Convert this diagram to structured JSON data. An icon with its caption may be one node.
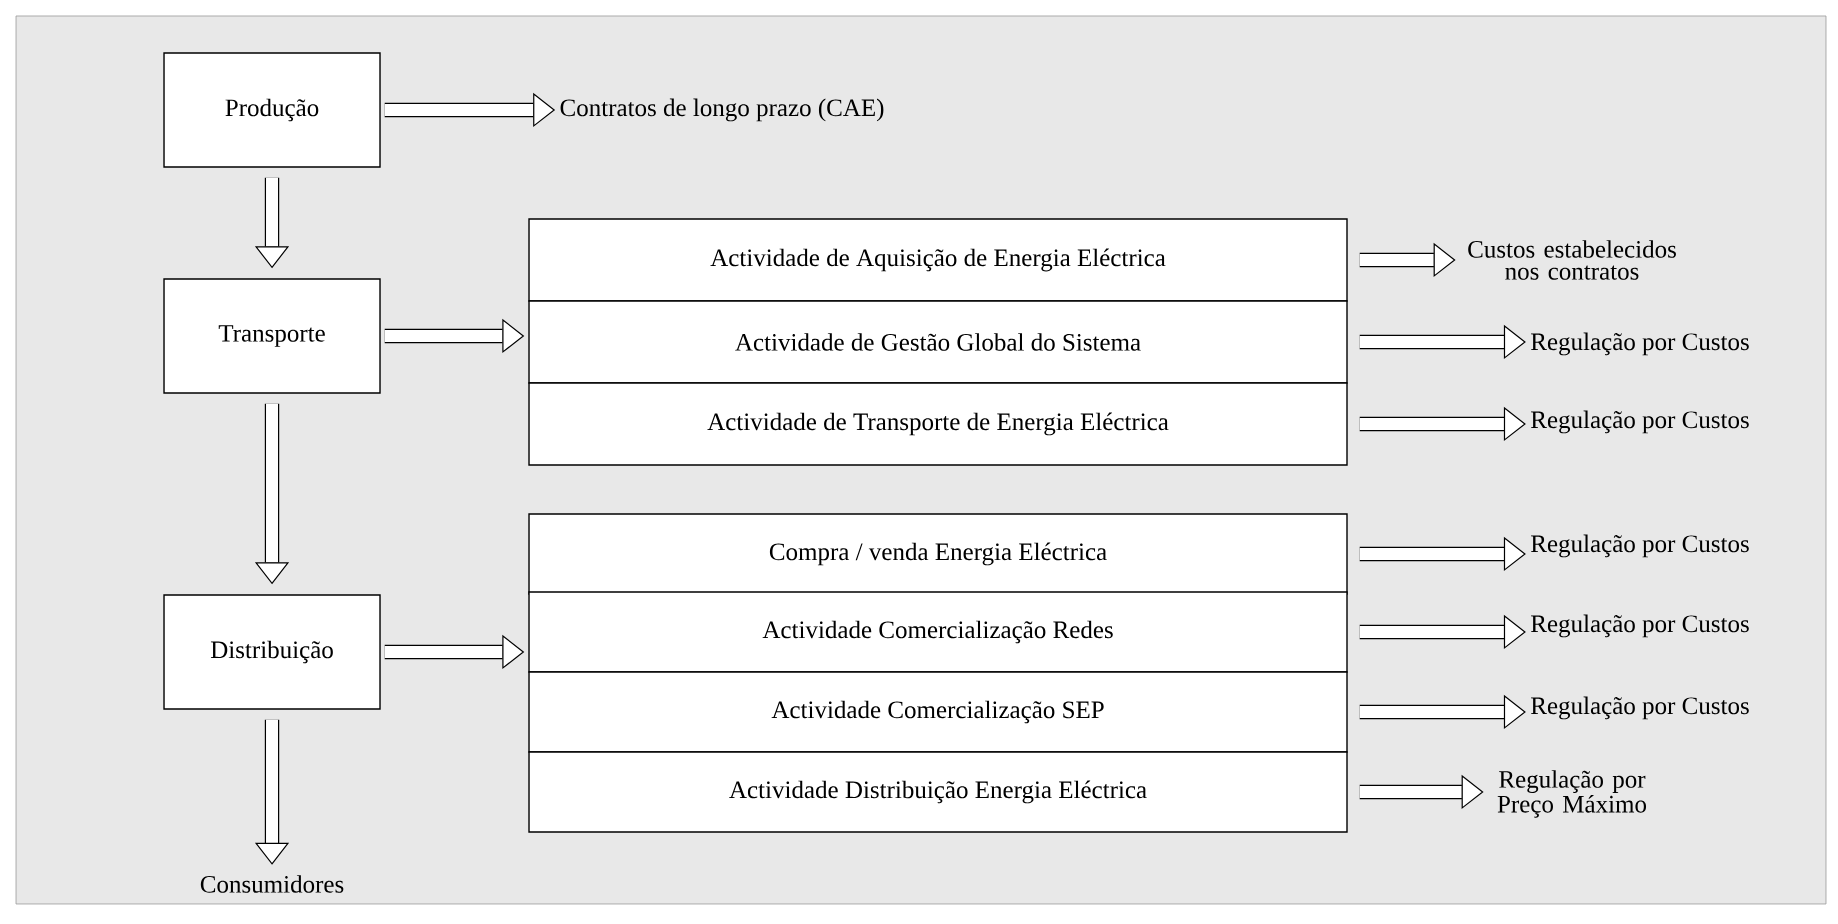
{
  "diagram": {
    "nodes": [
      {
        "text": [
          "Produção"
        ]
      },
      {
        "text": [
          "Contratos de longo prazo (CAE)"
        ]
      },
      {
        "text": [
          "Transporte"
        ]
      },
      {
        "text": [
          "Actividade de Aquisição de Energia Eléctrica"
        ]
      },
      {
        "text": [
          "Actividade de Gestão Global do Sistema"
        ]
      },
      {
        "text": [
          "Actividade de Transporte de Energia Eléctrica"
        ]
      },
      {
        "text": [
          "Custos estabelecidos nos contratos"
        ]
      },
      {
        "text": [
          "Regulação por Custos"
        ]
      },
      {
        "text": [
          "Regulação por Custos"
        ]
      },
      {
        "text": [
          "Distribuição"
        ]
      },
      {
        "text": [
          "Compra / venda Energia Eléctrica"
        ]
      },
      {
        "text": [
          "Actividade Comercialização Redes"
        ]
      },
      {
        "text": [
          "Actividade Comercialização SEP"
        ]
      },
      {
        "text": [
          "Actividade Distribuição Energia Eléctrica"
        ]
      },
      {
        "text": [
          "Regulação por Custos"
        ]
      },
      {
        "text": [
          "Regulação por Custos"
        ]
      },
      {
        "text": [
          "Regulação por Custos"
        ]
      },
      {
        "text": [
          "Regulação por Preço Máximo"
        ]
      },
      {
        "text": [
          "Consumidores"
        ]
      }
    ],
    "edges": [
      {
        "from": 0,
        "to": 1,
        "arrow": "to"
      },
      {
        "from": 0,
        "to": 2,
        "arrow": "to"
      },
      {
        "from": 2,
        "to": 4,
        "arrow": "to"
      },
      {
        "from": 3,
        "to": 6,
        "arrow": "to"
      },
      {
        "from": 4,
        "to": 7,
        "arrow": "to"
      },
      {
        "from": 5,
        "to": 8,
        "arrow": "to"
      },
      {
        "from": 2,
        "to": 9,
        "arrow": "to"
      },
      {
        "from": 9,
        "to": 11,
        "arrow": "to"
      },
      {
        "from": 10,
        "to": 14,
        "arrow": "to"
      },
      {
        "from": 11,
        "to": 15,
        "arrow": "to"
      },
      {
        "from": 12,
        "to": 16,
        "arrow": "to"
      },
      {
        "from": 13,
        "to": 17,
        "arrow": "to"
      },
      {
        "from": 9,
        "to": 18,
        "arrow": "to"
      }
    ]
  }
}
